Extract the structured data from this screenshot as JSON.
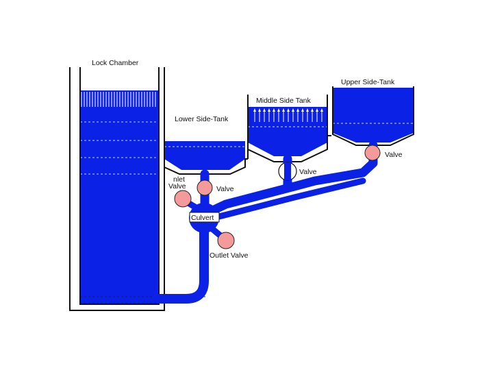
{
  "labels": {
    "lock_chamber": "Lock Chamber",
    "lower_side_tank": "Lower Side-Tank",
    "middle_side_tank": "Middle Side Tank",
    "upper_side_tank": "Upper Side-Tank",
    "upper_valve": "Valve",
    "middle_valve": "Valve",
    "lower_valve": "Valve",
    "inlet_valve_line1": "nlet",
    "inlet_valve_line2": "Valve",
    "culvert": "Culvert",
    "outlet_valve": "Outlet Valve"
  },
  "colors": {
    "water": "#0b22e6",
    "valve": "#f49a9a",
    "wall": "#111111"
  }
}
